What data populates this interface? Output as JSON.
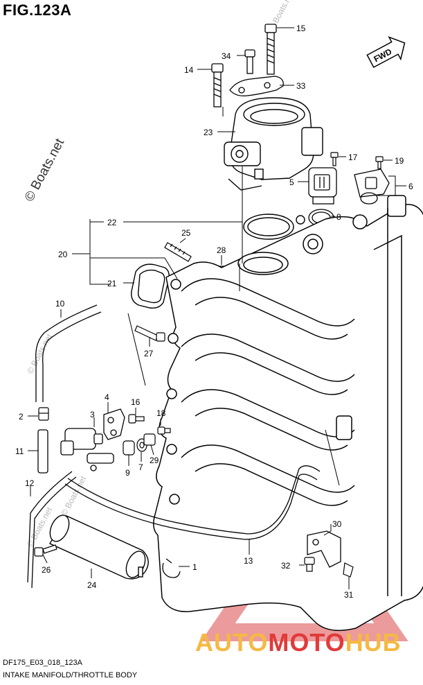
{
  "figure": {
    "title": "FIG.123A",
    "code": "DF175_E03_018_123A",
    "name": "INTAKE MANIFOLD/THROTTLE BODY",
    "fwd_label": "FWD"
  },
  "watermarks": {
    "main": "© Boats.net",
    "faint": "© Boats.net"
  },
  "brand": {
    "part1": "AUTO",
    "part2": "MOTO",
    "part3": "HUB",
    "color_primary": "#f5b942",
    "color_secondary": "#e23a3a"
  },
  "callouts": [
    "1",
    "2",
    "3",
    "4",
    "5",
    "6",
    "7",
    "8",
    "9",
    "10",
    "11",
    "12",
    "13",
    "14",
    "15",
    "16",
    "17",
    "18",
    "19",
    "20",
    "21",
    "22",
    "23",
    "24",
    "25",
    "26",
    "27",
    "28",
    "29",
    "30",
    "31",
    "32",
    "33",
    "34"
  ]
}
